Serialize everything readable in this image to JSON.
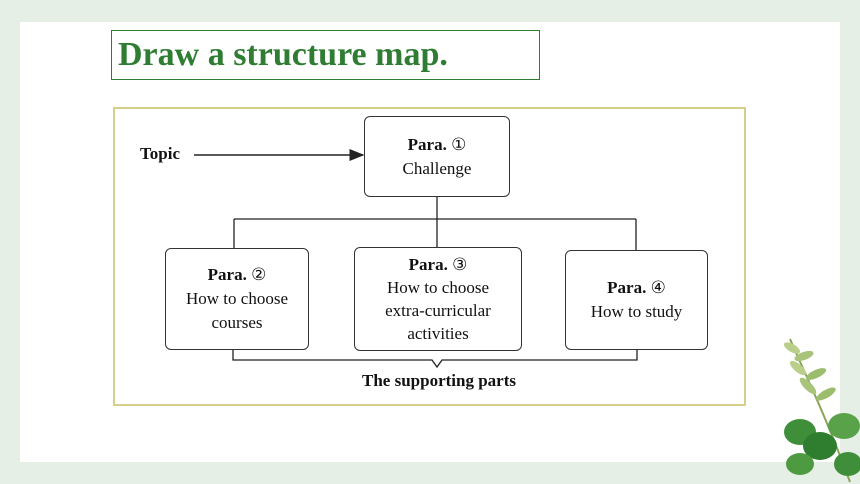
{
  "title": "Draw a structure map.",
  "topic_label": "Topic",
  "support_label": "The supporting parts",
  "nodes": [
    {
      "head": "Para.",
      "num": "①",
      "lines": [
        "Challenge"
      ]
    },
    {
      "head": "Para.",
      "num": "②",
      "lines": [
        "How to choose",
        "courses"
      ]
    },
    {
      "head": "Para.",
      "num": "③",
      "lines": [
        "How to choose",
        "extra-curricular",
        "activities"
      ]
    },
    {
      "head": "Para.",
      "num": "④",
      "lines": [
        "How to study"
      ]
    }
  ],
  "colors": {
    "title": "#2e7d32",
    "frame": "#d6cf8a",
    "background": "#e6efe6"
  },
  "decoration": "leaf-plant-icon"
}
